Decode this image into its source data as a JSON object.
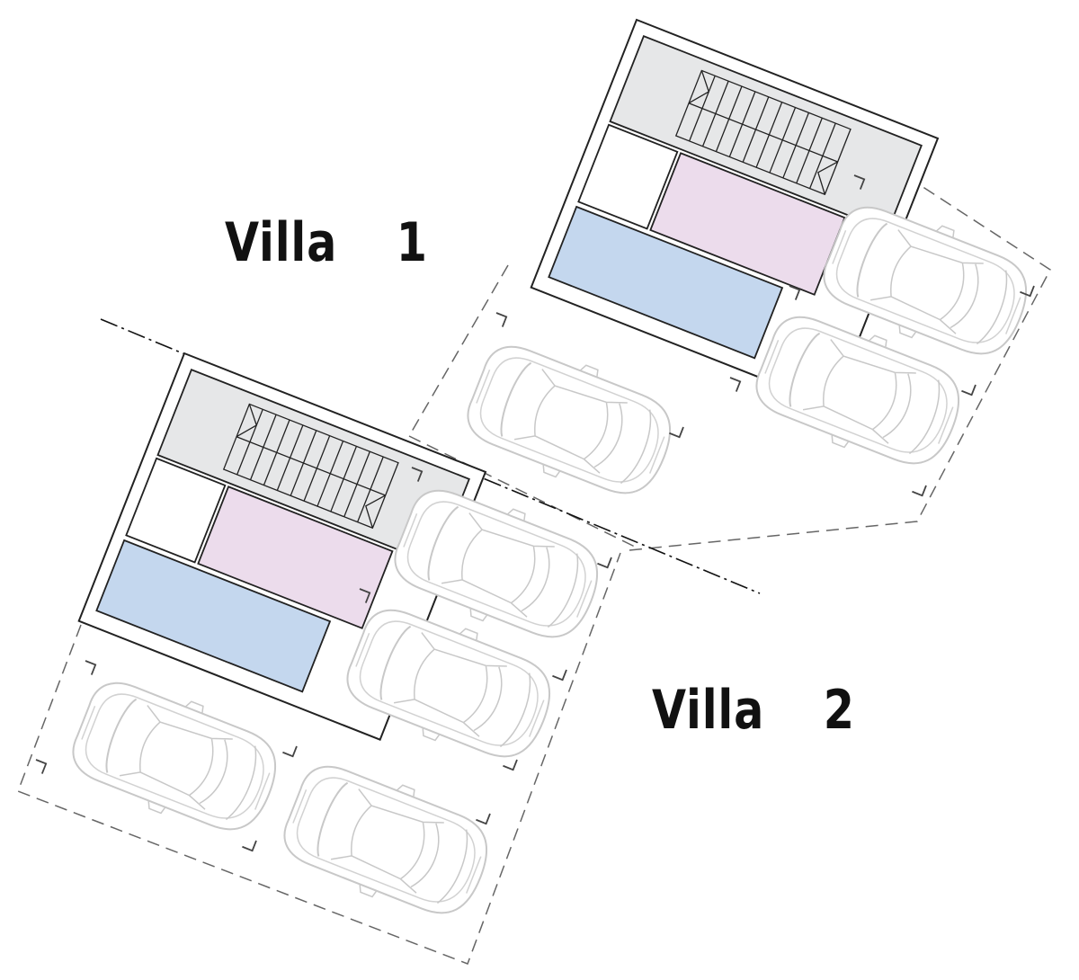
{
  "villa_1": {
    "word": "Villa",
    "number": "1"
  },
  "villa_2": {
    "word": "Villa",
    "number": "2"
  },
  "colors": {
    "stair_fill": "#e6e7e8",
    "room_pink": "#ecdcec",
    "room_blue": "#c4d7ee",
    "outline": "#222222",
    "car_stroke": "#c8c8c8",
    "dashed": "#666666"
  }
}
